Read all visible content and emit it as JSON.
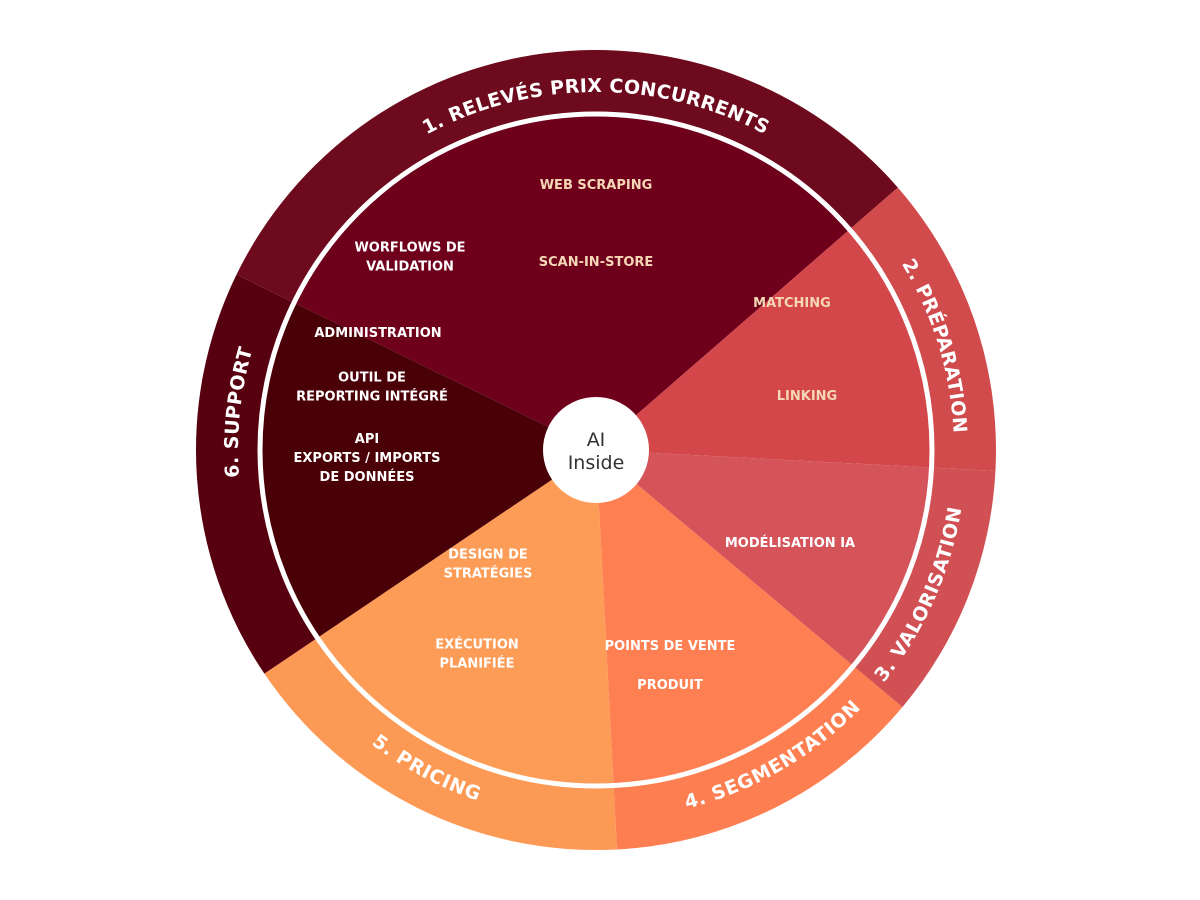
{
  "center": {
    "lines": [
      "AI",
      "Inside"
    ],
    "fill": "#ffffff",
    "text_color": "#333333"
  },
  "colors": {
    "separator": "#ffffff",
    "item_text_dark_bg": "#f5d7b6",
    "item_text_light_bg": "#ffffff",
    "ring_text": "#ffffff"
  },
  "segments": [
    {
      "id": "releves",
      "label": "1. RELEVÉS PRIX CONCURRENTS",
      "outer_color": "#6e0a1e",
      "inner_color": "#6e001c",
      "items": [
        {
          "lines": [
            "WEB SCRAPING"
          ]
        },
        {
          "lines": [
            "SCAN-IN-STORE"
          ]
        }
      ]
    },
    {
      "id": "preparation",
      "label": "2. PRÉPARATION",
      "outer_color": "#d14a4c",
      "inner_color": "#d3474b",
      "items": [
        {
          "lines": [
            "MATCHING"
          ]
        },
        {
          "lines": [
            "LINKING"
          ]
        }
      ]
    },
    {
      "id": "valorisation",
      "label": "3. VALORISATION",
      "outer_color": "#d05054",
      "inner_color": "#d45459",
      "items": [
        {
          "lines": [
            "MODÉLISATION IA"
          ]
        }
      ]
    },
    {
      "id": "segmentation",
      "label": "4. SEGMENTATION",
      "outer_color": "#fc7e51",
      "inner_color": "#fe7f52",
      "items": [
        {
          "lines": [
            "POINTS DE VENTE"
          ]
        },
        {
          "lines": [
            "PRODUIT"
          ]
        }
      ]
    },
    {
      "id": "pricing",
      "label": "5. PRICING",
      "outer_color": "#fc9a55",
      "inner_color": "#fd9c56",
      "items": [
        {
          "lines": [
            "DESIGN DE",
            "STRATÉGIES"
          ]
        },
        {
          "lines": [
            "EXÉCUTION",
            "PLANIFIÉE"
          ]
        }
      ]
    },
    {
      "id": "support",
      "label": "6. SUPPORT",
      "outer_color": "#57000f",
      "inner_color": "#4a0007",
      "items": [
        {
          "lines": [
            "WORFLOWS DE",
            "VALIDATION"
          ]
        },
        {
          "lines": [
            "ADMINISTRATION"
          ]
        },
        {
          "lines": [
            "OUTIL DE",
            "REPORTING INTÉGRÉ"
          ]
        },
        {
          "lines": [
            "API",
            "EXPORTS / IMPORTS",
            "DE DONNÉES"
          ]
        }
      ]
    }
  ]
}
